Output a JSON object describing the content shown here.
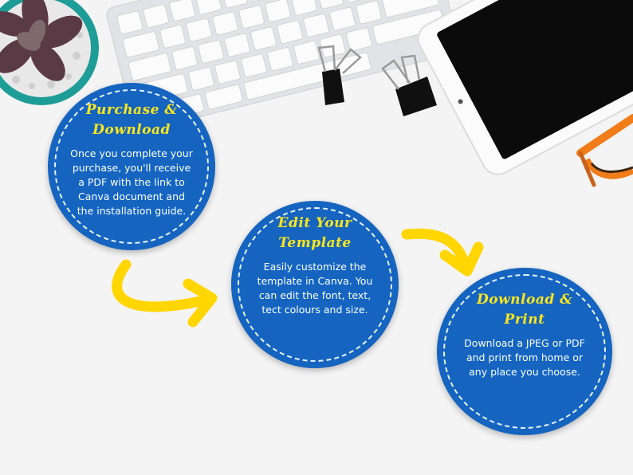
{
  "colors": {
    "circle_fill": "#1565c0",
    "title_color": "#ffe61a",
    "arrow_color": "#ffd600",
    "background": "#f4f4f4"
  },
  "steps": [
    {
      "title_lines": [
        "Purchase &",
        "Download"
      ],
      "body_lines": [
        "Once you complete your",
        "purchase, you'll receive",
        "a PDF with the link to",
        "Canva document and",
        "the installation guide."
      ]
    },
    {
      "title_lines": [
        "Edit Your",
        "Template"
      ],
      "body_lines": [
        "Easily customize the",
        "template in Canva. You",
        "can edit the font, text,",
        "tect colours and size."
      ]
    },
    {
      "title_lines": [
        "Download &",
        "Print"
      ],
      "body_lines": [
        "Download a JPEG or PDF",
        "and print from home or",
        "any place you choose."
      ]
    }
  ],
  "icons": {
    "plant": "succulent-plant-icon",
    "keyboard": "keyboard-icon",
    "tablet": "tablet-icon",
    "clips": "binder-clip-icon",
    "glasses": "glasses-icon",
    "arrows": "curved-arrow-icon"
  }
}
